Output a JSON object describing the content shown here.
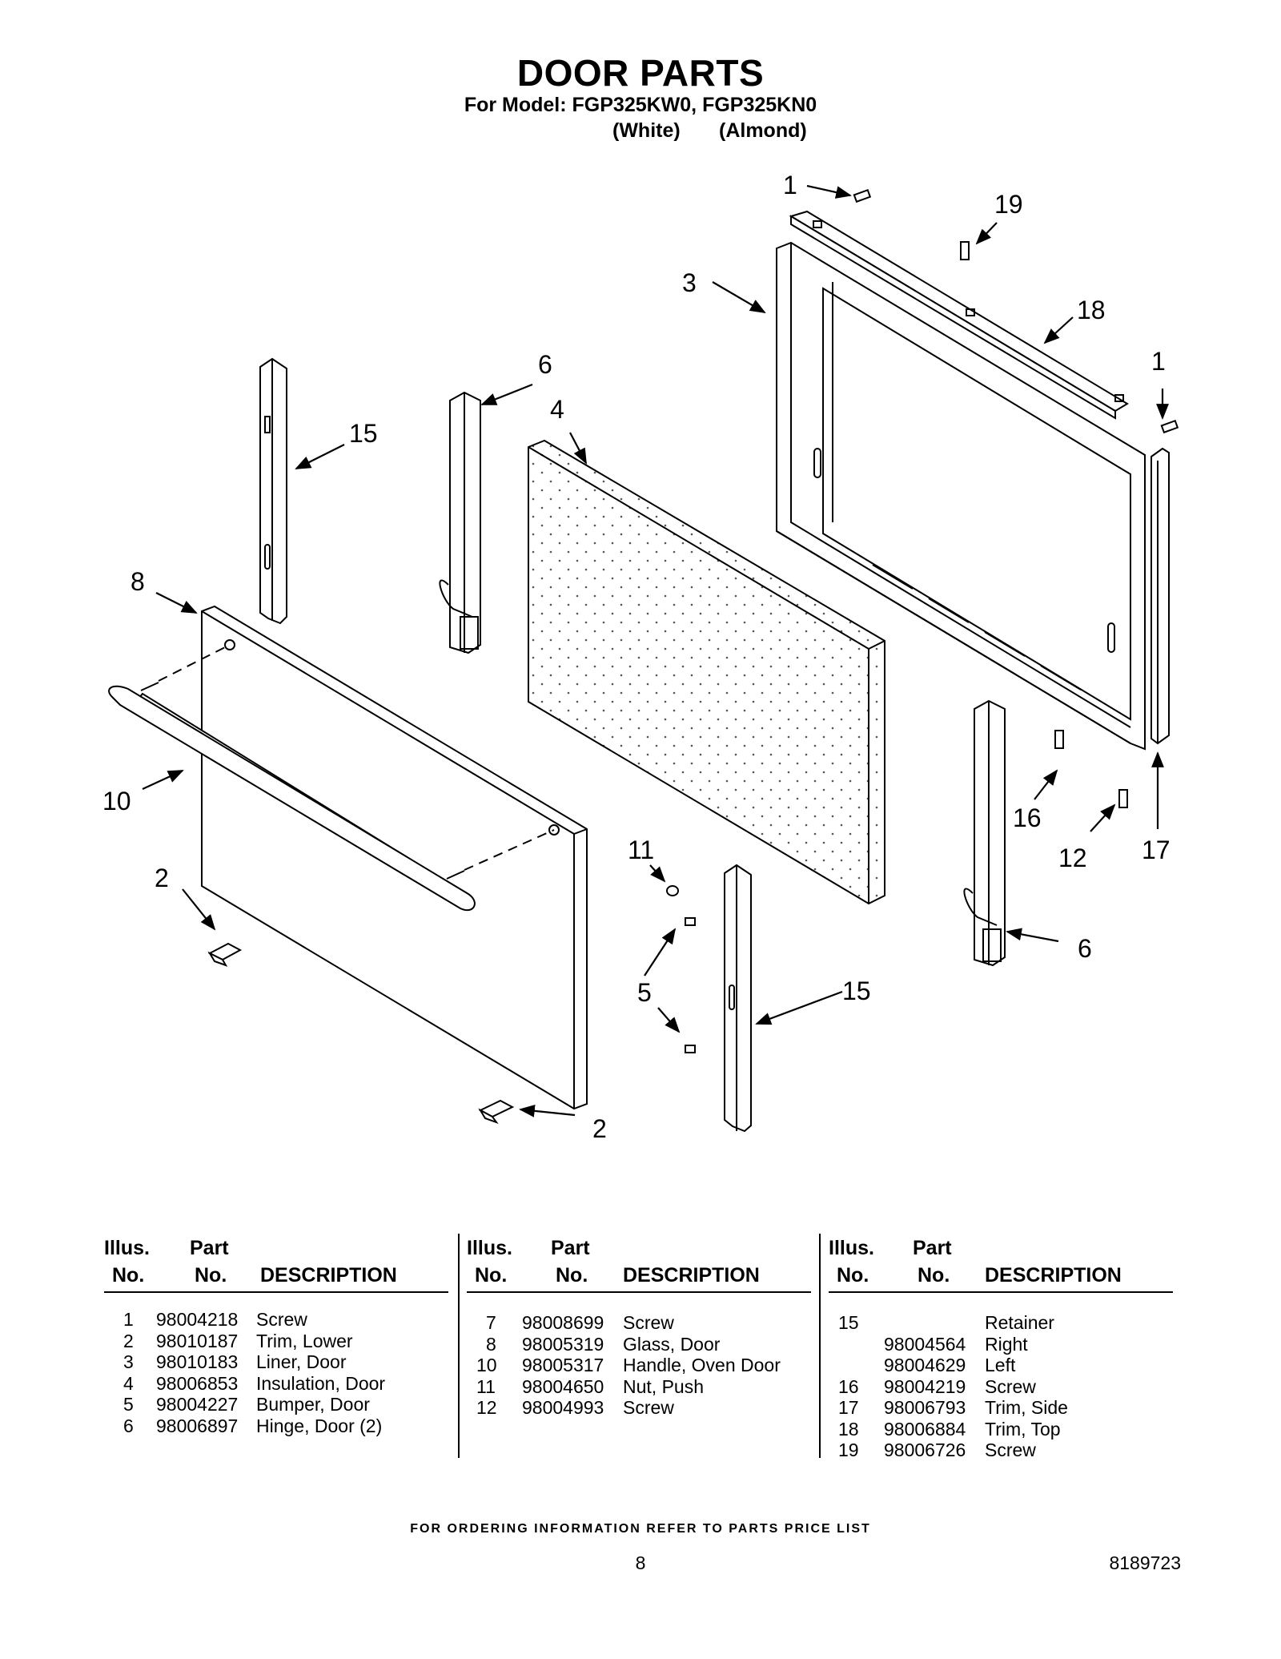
{
  "header": {
    "title": "DOOR PARTS",
    "subtitle": "For Model: FGP325KW0, FGP325KN0",
    "variant_1": "(White)",
    "variant_2": "(Almond)"
  },
  "callouts": [
    "1",
    "19",
    "3",
    "18",
    "1",
    "6",
    "15",
    "4",
    "8",
    "10",
    "11",
    "16",
    "12",
    "17",
    "2",
    "5",
    "15",
    "6",
    "2"
  ],
  "table": {
    "headers": {
      "illus_1": "Illus.",
      "illus_2": "No.",
      "part_1": "Part",
      "part_2": "No.",
      "description": "DESCRIPTION"
    },
    "columns": [
      [
        {
          "illus": "1",
          "part": "98004218",
          "desc": "Screw"
        },
        {
          "illus": "2",
          "part": "98010187",
          "desc": "Trim, Lower"
        },
        {
          "illus": "3",
          "part": "98010183",
          "desc": "Liner, Door"
        },
        {
          "illus": "4",
          "part": "98006853",
          "desc": "Insulation, Door"
        },
        {
          "illus": "5",
          "part": "98004227",
          "desc": "Bumper, Door"
        },
        {
          "illus": "6",
          "part": "98006897",
          "desc": "Hinge, Door (2)"
        }
      ],
      [
        {
          "illus": "7",
          "part": "98008699",
          "desc": "Screw"
        },
        {
          "illus": "8",
          "part": "98005319",
          "desc": "Glass, Door"
        },
        {
          "illus": "10",
          "part": "98005317",
          "desc": "Handle, Oven Door"
        },
        {
          "illus": "11",
          "part": "98004650",
          "desc": "Nut, Push"
        },
        {
          "illus": "12",
          "part": "98004993",
          "desc": "Screw"
        }
      ],
      [
        {
          "illus": "15",
          "part": "",
          "desc": "Retainer"
        },
        {
          "illus": "",
          "part": "98004564",
          "desc": "Right"
        },
        {
          "illus": "",
          "part": "98004629",
          "desc": "Left"
        },
        {
          "illus": "16",
          "part": "98004219",
          "desc": "Screw"
        },
        {
          "illus": "17",
          "part": "98006793",
          "desc": "Trim, Side"
        },
        {
          "illus": "18",
          "part": "98006884",
          "desc": "Trim, Top"
        },
        {
          "illus": "19",
          "part": "98006726",
          "desc": "Screw"
        }
      ]
    ]
  },
  "footer": {
    "ordering_note": "FOR ORDERING INFORMATION REFER TO PARTS PRICE LIST",
    "page_number": "8",
    "document_number": "8189723"
  }
}
